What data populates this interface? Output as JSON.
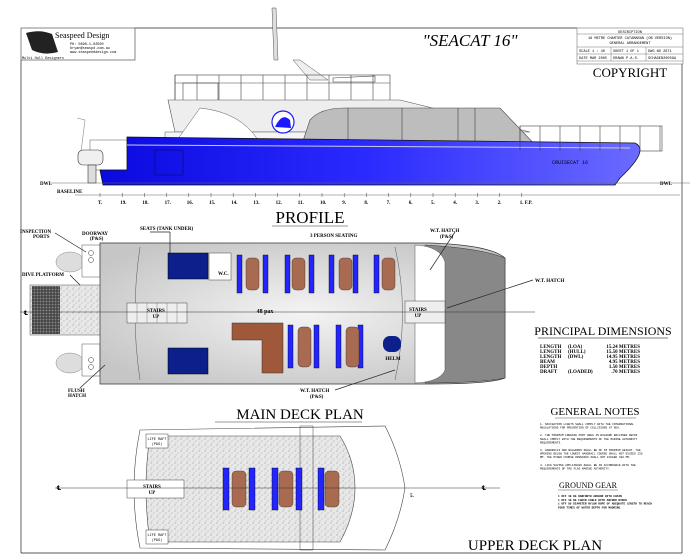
{
  "title_block": {
    "company": "Seaspeed Design",
    "phone": "PH: 0890-1-02500",
    "email": "bryan@seaspd.com.au",
    "web": "www.seaspeeddesign.com",
    "tagline": "Multi Hull Designers",
    "description_header": "DESCRIPTION",
    "description_line1": "16 METRE CHARTER CATAMARAN (OB VERSION)",
    "description_line2": "GENERAL ARRANGEMENT",
    "scale": "SCALE 1 : 40",
    "sheet": "SHEET 1 OF 1",
    "dwg_no": "DWG NO 2871",
    "date": "DATE MAR 2005",
    "drawn": "DRAWN P.A.S.",
    "file": "SCHAGEB2005GA",
    "copyright": "COPYRIGHT"
  },
  "drawing_title": "\"SEACAT 16\"",
  "profile": {
    "title": "PROFILE",
    "hull_name": "CRUISECAT 16",
    "dwl": "DWL",
    "baseline": "BASELINE",
    "stations": [
      "T.",
      "19.",
      "18.",
      "17.",
      "16.",
      "15.",
      "14.",
      "13.",
      "12.",
      "11.",
      "10.",
      "9.",
      "8.",
      "7.",
      "6.",
      "5.",
      "4.",
      "3.",
      "2.",
      "1. F.P."
    ],
    "hull_color": "#1a1aff"
  },
  "main_deck": {
    "title": "MAIN DECK PLAN",
    "labels": {
      "seats": "SEATS (TANK UNDER)",
      "doorway": "DOORWAY",
      "doorway_ps": "(P&S)",
      "inspection": "INSPECTION",
      "inspection2": "PORTS",
      "dive": "DIVE PLATFORM",
      "seating": "3 PERSON SEATING",
      "wt_hatch_top": "W.T.  HATCH",
      "wt_hatch_top_ps": "(P&S)",
      "wt_hatch_bow": "W.T. HATCH",
      "stairs": "STAIRS",
      "up": "UP",
      "pax": "48 pax",
      "wc": "W.C.",
      "helm": "HELM",
      "flush": "FLUSH",
      "flush2": "HATCH",
      "wt_hatch_bottom": "W.T.  HATCH",
      "wt_hatch_bottom_ps": "(P&S)",
      "cl": "℄"
    }
  },
  "upper_deck": {
    "title": "UPPER DECK PLAN",
    "life_raft": "LIFE RAFT",
    "life_raft_ps": "(P&S)",
    "stairs": "STAIRS",
    "up": "UP",
    "station": "5.",
    "cl": "℄"
  },
  "principal_dimensions": {
    "title": "PRINCIPAL DIMENSIONS",
    "rows": [
      {
        "name": "LENGTH",
        "qual": "(LOA)",
        "value": "15.24 METRES"
      },
      {
        "name": "LENGTH",
        "qual": "(HULL)",
        "value": "15.50 METRES"
      },
      {
        "name": "LENGTH",
        "qual": "(DWL)",
        "value": "14.95 METRES"
      },
      {
        "name": "BEAM",
        "qual": "",
        "value": "4.95 METRES"
      },
      {
        "name": "DEPTH",
        "qual": "",
        "value": "1.50 METRES"
      },
      {
        "name": "DRAFT",
        "qual": "(LOADED)",
        "value": ".70 METRES"
      }
    ]
  },
  "general_notes": {
    "title": "GENERAL NOTES",
    "notes": [
      "1. NAVIGATION LIGHTS SHALL COMPLY WITH THE INTERNATIONAL REGULATIONS FOR PREVENTION OF COLLISIONS AT SEA.",
      "2. THE MINIMUM FREEING PORT AREA IN BULWARK ENCLOSED DECKS SHALL COMPLY WITH THE REQUIREMENTS OF THE MARINE AUTHORITY REQUIREMENTS.",
      "3. HANDRAILS AND BULWARKS SHALL BE OF 1M MINIMUM HEIGHT. THE OPENING BELOW THE LOWEST HANDRAIL COURSE SHALL NOT EXCEED 230 MM. THE OTHER COURSE OPENINGS SHALL NOT EXCEED 380 MM.",
      "4. LIFE SAVING APPLIANCES SHALL BE IN ACCORDANCE WITH THE REQUIREMENTS OF THE FLAG MARINE AUTHORITY."
    ]
  },
  "ground_gear": {
    "title": "GROUND GEAR",
    "lines": [
      "1 OFF 40 KG DANFORTH ANCHOR WITH CHAIN",
      "1 OFF 40 KG CHAIN CABLE WITH ANCHOR WINCH",
      "1 OFF 80 DIAMETER NYLON ROPE OF ADEQUATE LENGTH TO REACH",
      "FOUR TIMES OF WATER DEPTH FOR MOORING."
    ]
  }
}
